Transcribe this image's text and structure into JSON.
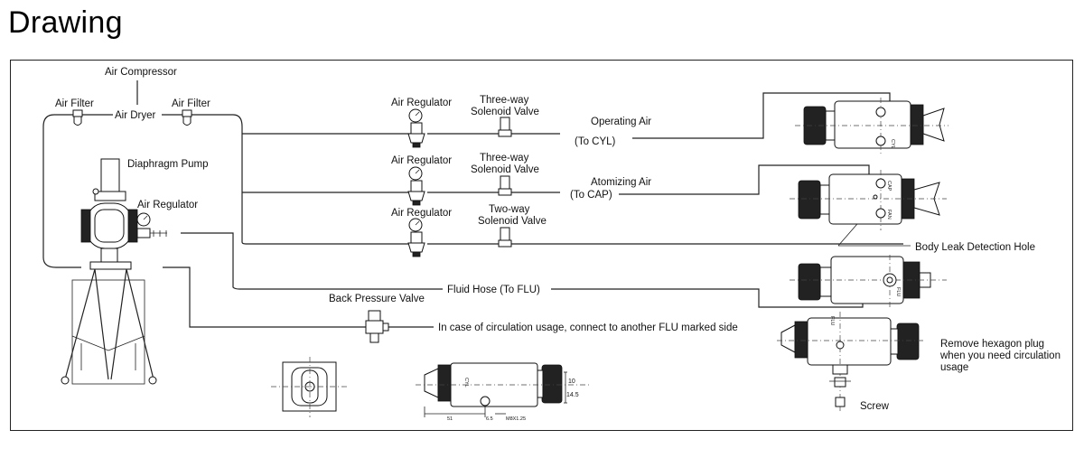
{
  "title": "Drawing",
  "labels": {
    "air_compressor": "Air Compressor",
    "air_filter_left": "Air Filter",
    "air_dryer": "Air Dryer",
    "air_filter_right": "Air Filter",
    "diaphragm_pump": "Diaphragm Pump",
    "air_regulator_pump": "Air Regulator",
    "air_regulator_1": "Air Regulator",
    "air_regulator_2": "Air Regulator",
    "air_regulator_3": "Air Regulator",
    "valve1_line1": "Three-way",
    "valve1_line2": "Solenoid Valve",
    "valve2_line1": "Three-way",
    "valve2_line2": "Solenoid Valve",
    "valve3_line1": "Two-way",
    "valve3_line2": "Solenoid Valve",
    "operating_air": "Operating Air",
    "to_cyl": "(To CYL)",
    "atomizing_air": "Atomizing Air",
    "to_cap": "(To CAP)",
    "body_leak": "Body Leak Detection Hole",
    "fluid_hose": "Fluid Hose (To FLU)",
    "back_pressure_valve": "Back Pressure Valve",
    "circulation_note": "In case of circulation usage, connect to another FLU marked side",
    "hex_plug_line1": "Remove hexagon plug",
    "hex_plug_line2": "when you need circulation",
    "hex_plug_line3": "usage",
    "screw": "Screw"
  },
  "dimensions": {
    "d_10": "10",
    "d_14_5": "14.5",
    "d_51": "51",
    "d_6_5": "6.5",
    "thread": "M8X1.25"
  },
  "port_marks": {
    "cyl": "CYL",
    "cap": "CAP",
    "fan": "FAN",
    "flu": "FLU"
  }
}
